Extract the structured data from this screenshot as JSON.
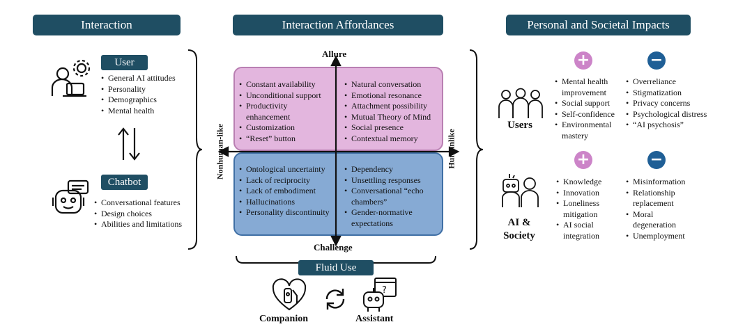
{
  "headers": {
    "interaction": "Interaction",
    "affordances": "Interaction Affordances",
    "impacts": "Personal and Societal Impacts"
  },
  "user": {
    "label": "User",
    "items": [
      "General AI attitudes",
      "Personality",
      "Demographics",
      "Mental health"
    ]
  },
  "chatbot": {
    "label": "Chatbot",
    "items": [
      "Conversational features",
      "Design choices",
      "Abilities and limitations"
    ]
  },
  "axes": {
    "top": "Allure",
    "bottom": "Challenge",
    "left": "Nonhuman-like",
    "right": "Humanlike"
  },
  "quadrants": {
    "top_left": [
      "Constant availability",
      "Unconditional support",
      "Productivity enhancement",
      "Customization",
      "“Reset” button"
    ],
    "top_right": [
      "Natural conversation",
      "Emotional resonance",
      "Attachment possibility",
      "Mutual Theory of Mind",
      "Social presence",
      "Contextual memory"
    ],
    "bottom_left": [
      "Ontological uncertainty",
      "Lack of reciprocity",
      "Lack of embodiment",
      "Hallucinations",
      "Personality discontinuity"
    ],
    "bottom_right": [
      "Dependency",
      "Unsettling responses",
      "Conversational “echo chambers”",
      "Gender-normative expectations"
    ]
  },
  "fluid": {
    "label": "Fluid Use",
    "companion": "Companion",
    "assistant": "Assistant"
  },
  "impacts": {
    "users": {
      "label": "Users",
      "positive": [
        "Mental health improvement",
        "Social support",
        "Self-confidence",
        "Environmental mastery"
      ],
      "negative": [
        "Overreliance",
        "Stigmatization",
        "Privacy concerns",
        "Psychological distress",
        "“AI psychosis”"
      ]
    },
    "society": {
      "label": "AI & Society",
      "positive": [
        "Knowledge",
        "Innovation",
        "Loneliness mitigation",
        "AI social integration"
      ],
      "negative": [
        "Misinformation",
        "Relationship replacement",
        "Moral degeneration",
        "Unemployment"
      ]
    },
    "plus_symbol": "+",
    "minus_symbol": "−"
  },
  "colors": {
    "header_bg": "#1f4e63",
    "allure_fill": "#e3b6de",
    "allure_border": "#b97fb2",
    "challenge_fill": "#86aad4",
    "challenge_border": "#3f6fa5",
    "plus": "#cc84c8",
    "minus": "#1f5f96"
  }
}
